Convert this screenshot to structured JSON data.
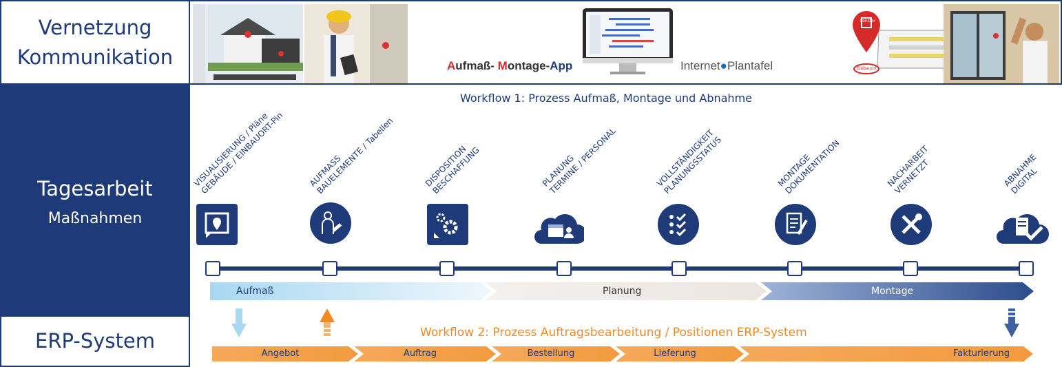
{
  "rows": {
    "vernetzung": {
      "line1": "Vernetzung",
      "line2": "Kommunikation"
    },
    "tagesarbeit": {
      "line1": "Tagesarbeit",
      "line2": "Maßnahmen"
    },
    "erp": {
      "line1": "ERP-System"
    }
  },
  "top_strip": {
    "app_label_parts": [
      "A",
      "ufmaß- ",
      "M",
      "ontage-",
      "App"
    ],
    "plantafel_parts": [
      "Internet",
      "Plantafel"
    ],
    "pin_label": "Einbauort",
    "window_label": "Fenster"
  },
  "workflow1": {
    "title": "Workflow 1: Prozess Aufmaß, Montage und Abnahme"
  },
  "workflow2": {
    "title": "Workflow 2: Prozess Auftragsbearbeitung / Positionen ERP-System"
  },
  "steps": [
    {
      "line1": "VISUALISIERUNG / Pläne",
      "line2": "GEBÄUDE / EINBAUORT-Pin",
      "icon": "building-plan-pin-icon"
    },
    {
      "line1": "AUFMASS",
      "line2": "BAUELEMENTE / Tabellen",
      "icon": "person-measure-icon"
    },
    {
      "line1": "DISPOSITION",
      "line2": "BESCHAFFUNG",
      "icon": "gears-icon"
    },
    {
      "line1": "PLANUNG",
      "line2": "TERMINE / PERSONAL",
      "icon": "calendar-cloud-icon"
    },
    {
      "line1": "VOLLSTÄNDIGKEIT",
      "line2": "PLANUNGSSTATUS",
      "icon": "checklist-icon"
    },
    {
      "line1": "MONTAGE",
      "line2": "DOKUMENTATION",
      "icon": "document-edit-icon"
    },
    {
      "line1": "NACHARBEIT",
      "line2": "VERNETZT",
      "icon": "tools-icon"
    },
    {
      "line1": "ABNAHME",
      "line2": "DIGITAL",
      "icon": "cloud-document-check-icon"
    }
  ],
  "phases": [
    {
      "label": "Aufmaß",
      "color": "#a9d8f2"
    },
    {
      "label": "Planung",
      "color": "#ece6e2"
    },
    {
      "label": "Montage",
      "color": "#3e5fa0"
    }
  ],
  "erp_steps": [
    "Angebot",
    "Auftrag",
    "Bestellung",
    "Lieferung",
    "Fakturierung"
  ],
  "colors": {
    "navy": "#1e3a78",
    "orange": "#f08a24",
    "light_blue": "#a9d8f2"
  }
}
